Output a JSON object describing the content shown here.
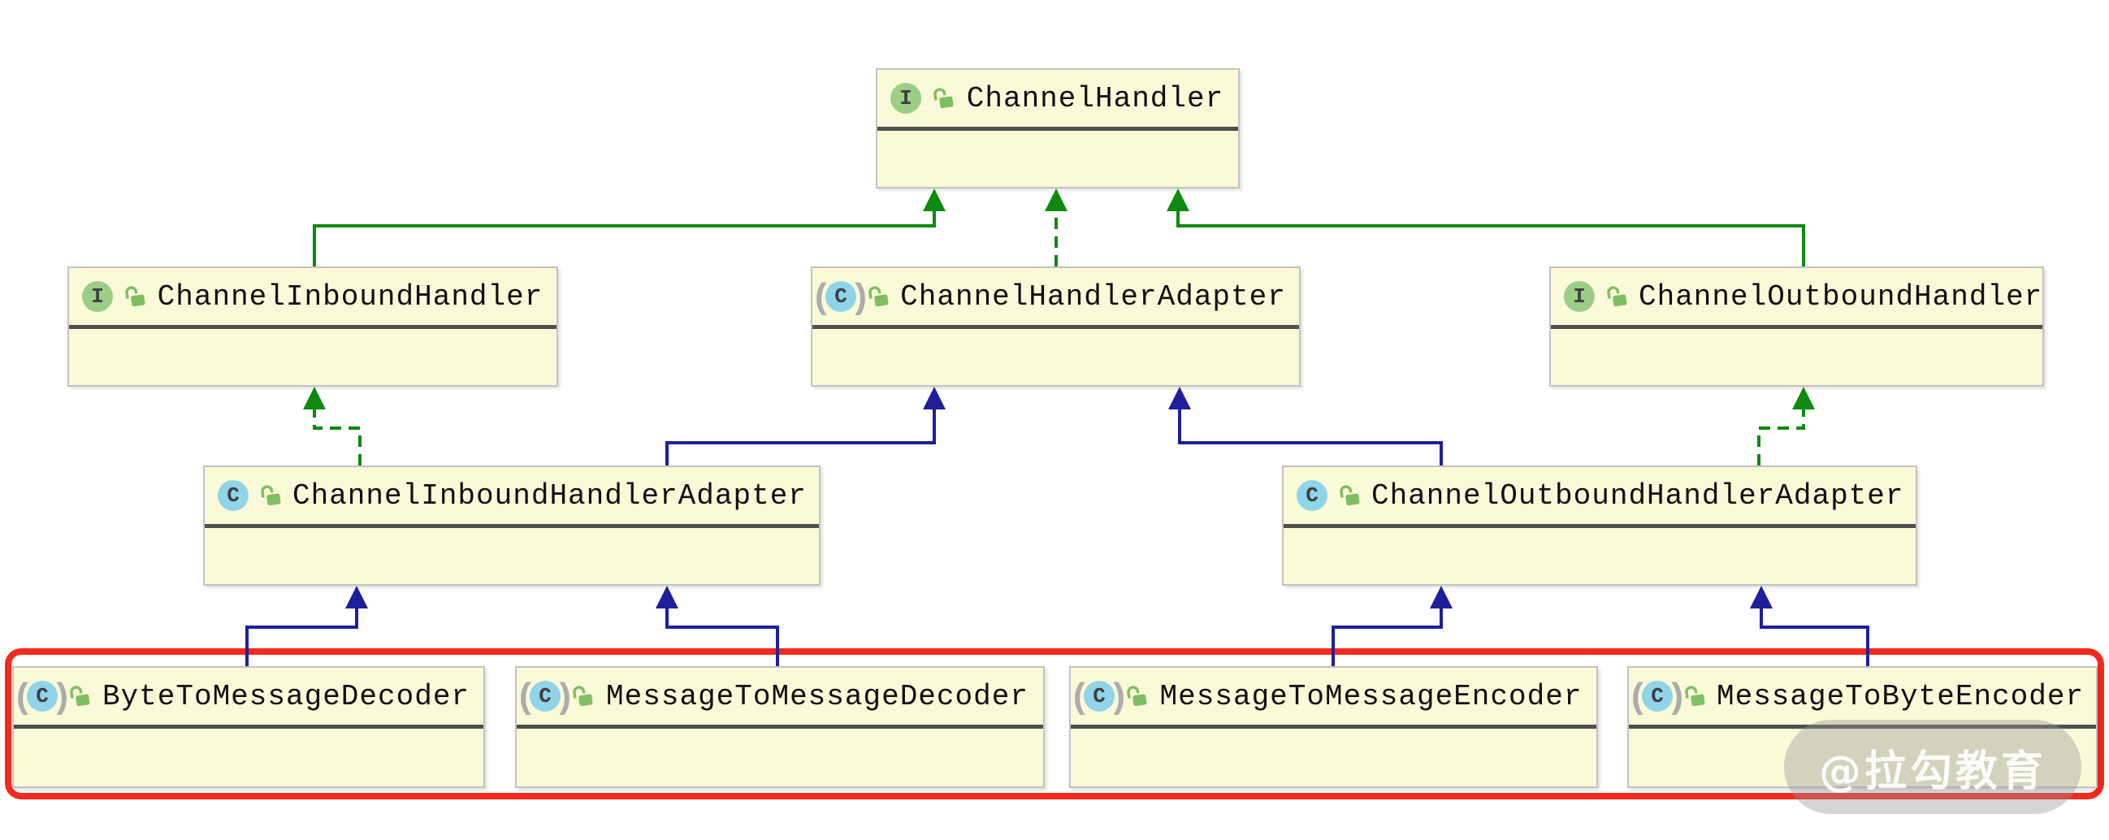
{
  "colors": {
    "green": "#0f8a0f",
    "blue": "#1f1f9c",
    "red": "#f5291c",
    "box-fill": "#fbfad8",
    "box-border": "#c2c2c2",
    "divider": "#4f4f4f",
    "iface-icon": "#9bcd87",
    "class-icon": "#90d4e9",
    "icon-letter": "#3f3f3f",
    "paren": "#acacac",
    "lock": "#7fbf63",
    "watermark-bg": "rgba(150,150,150,0.40)",
    "watermark-text": "rgba(255,255,255,0.90)"
  },
  "classes": [
    {
      "name": "ChannelHandler",
      "stereotype": "interface",
      "icon": "interface-icon",
      "icon_letter": "I"
    },
    {
      "name": "ChannelInboundHandler",
      "stereotype": "interface",
      "icon": "interface-icon",
      "icon_letter": "I"
    },
    {
      "name": "ChannelHandlerAdapter",
      "stereotype": "abstract-class",
      "icon": "abstract-class-icon",
      "icon_letter": "C"
    },
    {
      "name": "ChannelOutboundHandler",
      "stereotype": "interface",
      "icon": "interface-icon",
      "icon_letter": "I"
    },
    {
      "name": "ChannelInboundHandlerAdapter",
      "stereotype": "class",
      "icon": "class-icon",
      "icon_letter": "C"
    },
    {
      "name": "ChannelOutboundHandlerAdapter",
      "stereotype": "class",
      "icon": "class-icon",
      "icon_letter": "C"
    },
    {
      "name": "ByteToMessageDecoder",
      "stereotype": "abstract-class",
      "icon": "abstract-class-icon",
      "icon_letter": "C"
    },
    {
      "name": "MessageToMessageDecoder",
      "stereotype": "abstract-class",
      "icon": "abstract-class-icon",
      "icon_letter": "C"
    },
    {
      "name": "MessageToMessageEncoder",
      "stereotype": "abstract-class",
      "icon": "abstract-class-icon",
      "icon_letter": "C"
    },
    {
      "name": "MessageToByteEncoder",
      "stereotype": "abstract-class",
      "icon": "abstract-class-icon",
      "icon_letter": "C"
    }
  ],
  "relationships": [
    {
      "from": "ChannelInboundHandler",
      "to": "ChannelHandler",
      "type": "extends",
      "style": "solid-green"
    },
    {
      "from": "ChannelHandlerAdapter",
      "to": "ChannelHandler",
      "type": "implements",
      "style": "dashed-green"
    },
    {
      "from": "ChannelOutboundHandler",
      "to": "ChannelHandler",
      "type": "extends",
      "style": "solid-green"
    },
    {
      "from": "ChannelInboundHandlerAdapter",
      "to": "ChannelInboundHandler",
      "type": "implements",
      "style": "dashed-green"
    },
    {
      "from": "ChannelInboundHandlerAdapter",
      "to": "ChannelHandlerAdapter",
      "type": "extends",
      "style": "solid-blue"
    },
    {
      "from": "ChannelOutboundHandlerAdapter",
      "to": "ChannelHandlerAdapter",
      "type": "extends",
      "style": "solid-blue"
    },
    {
      "from": "ChannelOutboundHandlerAdapter",
      "to": "ChannelOutboundHandler",
      "type": "implements",
      "style": "dashed-green"
    },
    {
      "from": "ByteToMessageDecoder",
      "to": "ChannelInboundHandlerAdapter",
      "type": "extends",
      "style": "solid-blue"
    },
    {
      "from": "MessageToMessageDecoder",
      "to": "ChannelInboundHandlerAdapter",
      "type": "extends",
      "style": "solid-blue"
    },
    {
      "from": "MessageToMessageEncoder",
      "to": "ChannelOutboundHandlerAdapter",
      "type": "extends",
      "style": "solid-blue"
    },
    {
      "from": "MessageToByteEncoder",
      "to": "ChannelOutboundHandlerAdapter",
      "type": "extends",
      "style": "solid-blue"
    }
  ],
  "highlight_frame": {
    "color": "#f5291c",
    "contains": [
      "ByteToMessageDecoder",
      "MessageToMessageDecoder",
      "MessageToMessageEncoder",
      "MessageToByteEncoder"
    ]
  },
  "watermark": {
    "label": "@拉勾教育"
  }
}
